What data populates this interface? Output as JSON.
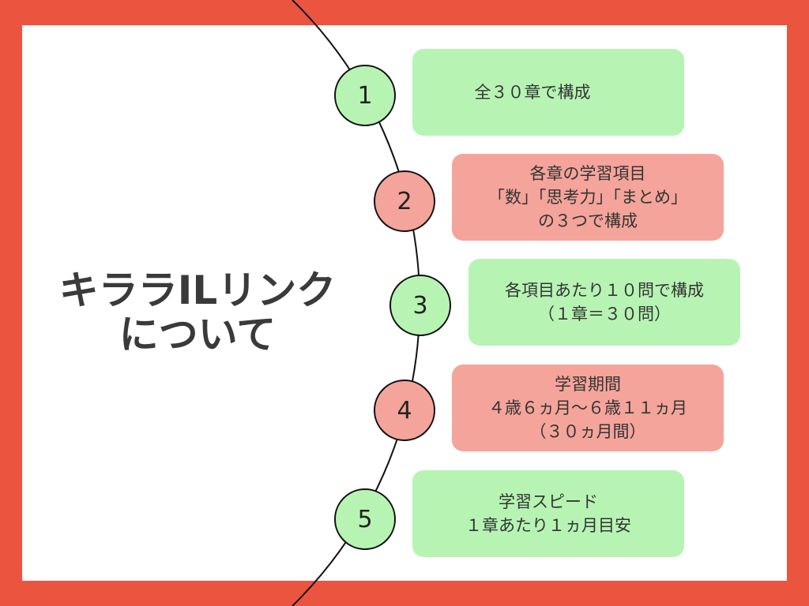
{
  "title": {
    "line1": "キララILリンク",
    "line2": "について"
  },
  "colors": {
    "frame": "#eb5540",
    "green": "#b7f4b4",
    "pink": "#f4a49a"
  },
  "steps": [
    {
      "number": "1",
      "lines": [
        "全３０章で構成"
      ]
    },
    {
      "number": "2",
      "lines": [
        "各章の学習項目",
        "「数」「思考力」「まとめ」",
        "の３つで構成"
      ]
    },
    {
      "number": "3",
      "lines": [
        "各項目あたり１０問で構成",
        "（１章＝３０問）"
      ]
    },
    {
      "number": "4",
      "lines": [
        "学習期間",
        "４歳６ヵ月〜６歳１１ヵ月",
        "（３０ヵ月間）"
      ]
    },
    {
      "number": "5",
      "lines": [
        "学習スピード",
        "１章あたり１ヵ月目安"
      ]
    }
  ]
}
